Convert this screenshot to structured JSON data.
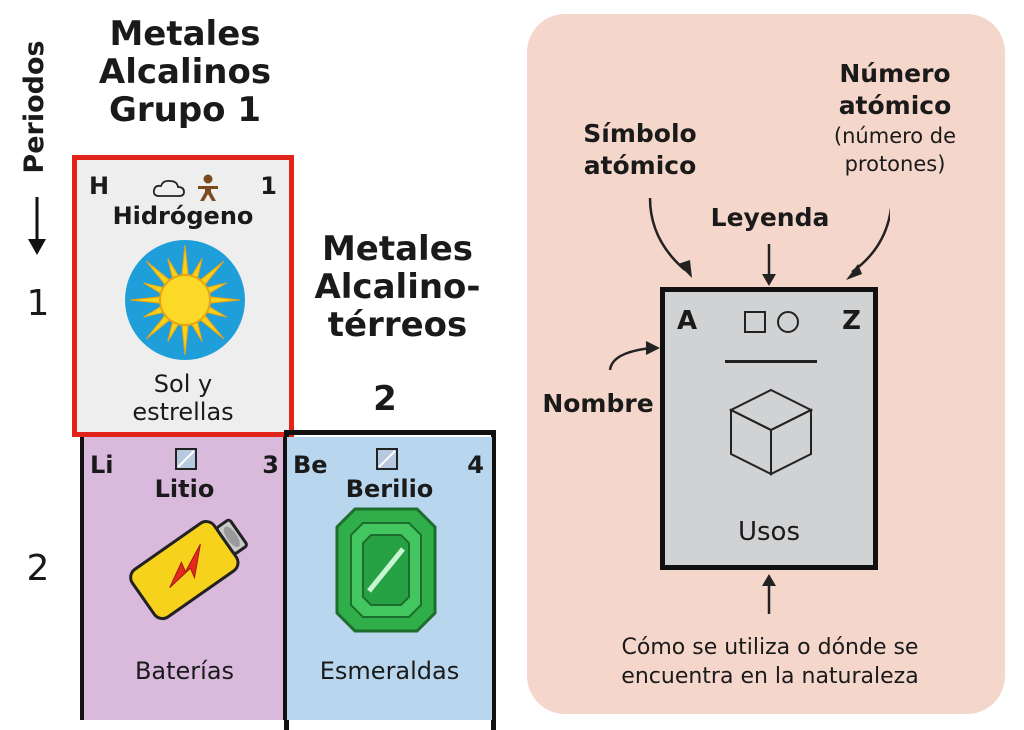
{
  "headings": {
    "group1": [
      "Metales",
      "Alcalinos",
      "Grupo 1"
    ],
    "group2": [
      "Metales",
      "Alcalino-",
      "térreos"
    ],
    "group2_number": "2",
    "periods_label": "Periodos",
    "period_numbers": [
      "1",
      "2"
    ]
  },
  "elements": {
    "hydrogen": {
      "symbol": "H",
      "number": "1",
      "name": "Hidrógeno",
      "use": [
        "Sol y",
        "estrellas"
      ],
      "icon": "sun-icon",
      "highlight_color": "#e2231a"
    },
    "lithium": {
      "symbol": "Li",
      "number": "3",
      "name": "Litio",
      "use": "Baterías",
      "icon": "battery-icon",
      "color": "#d9b9dc"
    },
    "beryllium": {
      "symbol": "Be",
      "number": "4",
      "name": "Berilio",
      "use": "Esmeraldas",
      "icon": "emerald-icon",
      "color": "#b8d6ee"
    }
  },
  "legend": {
    "symbol_label": [
      "Símbolo",
      "atómico"
    ],
    "legend_label": "Leyenda",
    "number_label": [
      "Número",
      "atómico"
    ],
    "number_sub": [
      "(número de",
      "protones)"
    ],
    "name_label": "Nombre",
    "card": {
      "symbol": "A",
      "number": "Z",
      "use": "Usos"
    },
    "footer": [
      "Cómo se utiliza o dónde se",
      "encuentra en la naturaleza"
    ],
    "panel_color": "#f5d6ca"
  }
}
